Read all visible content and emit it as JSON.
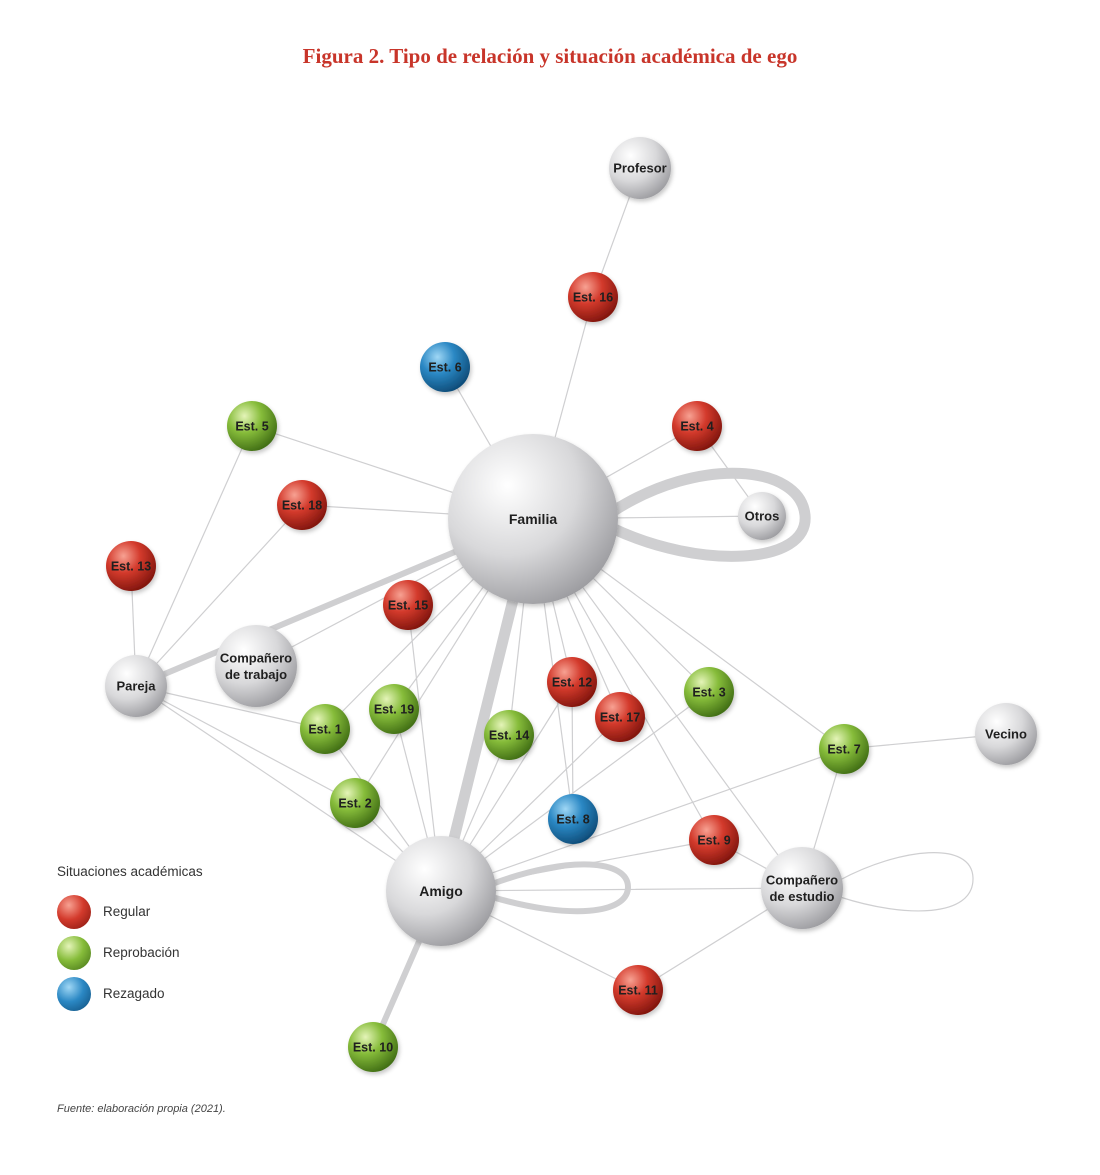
{
  "title": "Figura 2. Tipo de relación y situación académica de ego",
  "colors": {
    "title": "#c8352a",
    "regular": "#d33a2c",
    "reprobacion": "#86bc3a",
    "rezagado": "#2b88c4",
    "relation": "#d2d2d4",
    "edge": "#cfcfd1"
  },
  "legend": {
    "title": "Situaciones académicas",
    "items": [
      {
        "key": "regular",
        "label": "Regular"
      },
      {
        "key": "reprobacion",
        "label": "Reprobación"
      },
      {
        "key": "rezagado",
        "label": "Rezagado"
      }
    ]
  },
  "nodes": [
    {
      "id": "familia",
      "label": [
        "Familia"
      ],
      "type": "relation",
      "size": "xl"
    },
    {
      "id": "amigo",
      "label": [
        "Amigo"
      ],
      "type": "relation",
      "size": "l"
    },
    {
      "id": "profesor",
      "label": [
        "Profesor"
      ],
      "type": "relation",
      "size": "m"
    },
    {
      "id": "otros",
      "label": [
        "Otros"
      ],
      "type": "relation",
      "size": "s"
    },
    {
      "id": "pareja",
      "label": [
        "Pareja"
      ],
      "type": "relation",
      "size": "m"
    },
    {
      "id": "comp_trabajo",
      "label": [
        "Compañero",
        "de trabajo"
      ],
      "type": "relation",
      "size": "ml"
    },
    {
      "id": "comp_estudio",
      "label": [
        "Compañero",
        "de estudio"
      ],
      "type": "relation",
      "size": "ml"
    },
    {
      "id": "vecino",
      "label": [
        "Vecino"
      ],
      "type": "relation",
      "size": "m"
    },
    {
      "id": "est16",
      "label": [
        "Est. 16"
      ],
      "type": "regular",
      "size": "e"
    },
    {
      "id": "est6",
      "label": [
        "Est. 6"
      ],
      "type": "rezagado",
      "size": "e"
    },
    {
      "id": "est5",
      "label": [
        "Est. 5"
      ],
      "type": "reprobacion",
      "size": "e"
    },
    {
      "id": "est4",
      "label": [
        "Est. 4"
      ],
      "type": "regular",
      "size": "e"
    },
    {
      "id": "est18",
      "label": [
        "Est. 18"
      ],
      "type": "regular",
      "size": "e"
    },
    {
      "id": "est13",
      "label": [
        "Est. 13"
      ],
      "type": "regular",
      "size": "e"
    },
    {
      "id": "est15",
      "label": [
        "Est. 15"
      ],
      "type": "regular",
      "size": "e"
    },
    {
      "id": "est12",
      "label": [
        "Est. 12"
      ],
      "type": "regular",
      "size": "e"
    },
    {
      "id": "est3",
      "label": [
        "Est. 3"
      ],
      "type": "reprobacion",
      "size": "e"
    },
    {
      "id": "est17",
      "label": [
        "Est. 17"
      ],
      "type": "regular",
      "size": "e"
    },
    {
      "id": "est19",
      "label": [
        "Est. 19"
      ],
      "type": "reprobacion",
      "size": "e"
    },
    {
      "id": "est1",
      "label": [
        "Est. 1"
      ],
      "type": "reprobacion",
      "size": "e"
    },
    {
      "id": "est14",
      "label": [
        "Est. 14"
      ],
      "type": "reprobacion",
      "size": "e"
    },
    {
      "id": "est7",
      "label": [
        "Est. 7"
      ],
      "type": "reprobacion",
      "size": "e"
    },
    {
      "id": "est2",
      "label": [
        "Est. 2"
      ],
      "type": "reprobacion",
      "size": "e"
    },
    {
      "id": "est8",
      "label": [
        "Est. 8"
      ],
      "type": "rezagado",
      "size": "e"
    },
    {
      "id": "est9",
      "label": [
        "Est. 9"
      ],
      "type": "regular",
      "size": "e"
    },
    {
      "id": "est11",
      "label": [
        "Est. 11"
      ],
      "type": "regular",
      "size": "e"
    },
    {
      "id": "est10",
      "label": [
        "Est. 10"
      ],
      "type": "reprobacion",
      "size": "e"
    }
  ],
  "edges": [
    [
      "familia",
      "amigo",
      3
    ],
    [
      "familia",
      "pareja",
      2
    ],
    [
      "familia",
      "otros",
      1
    ],
    [
      "familia",
      "est16",
      1
    ],
    [
      "familia",
      "est6",
      1
    ],
    [
      "familia",
      "est5",
      1
    ],
    [
      "familia",
      "est4",
      1
    ],
    [
      "familia",
      "est18",
      1
    ],
    [
      "familia",
      "est15",
      1
    ],
    [
      "familia",
      "est12",
      1
    ],
    [
      "familia",
      "est3",
      1
    ],
    [
      "familia",
      "est17",
      1
    ],
    [
      "familia",
      "est19",
      1
    ],
    [
      "familia",
      "est1",
      1
    ],
    [
      "familia",
      "est14",
      1
    ],
    [
      "familia",
      "est7",
      1
    ],
    [
      "familia",
      "est2",
      1
    ],
    [
      "familia",
      "est8",
      1
    ],
    [
      "familia",
      "est9",
      1
    ],
    [
      "familia",
      "comp_estudio",
      1
    ],
    [
      "familia",
      "comp_trabajo",
      1
    ],
    [
      "est16",
      "profesor",
      1
    ],
    [
      "otros",
      "est4",
      1
    ],
    [
      "pareja",
      "est13",
      1
    ],
    [
      "pareja",
      "est5",
      1
    ],
    [
      "pareja",
      "est18",
      1
    ],
    [
      "pareja",
      "est1",
      1
    ],
    [
      "pareja",
      "est2",
      1
    ],
    [
      "pareja",
      "amigo",
      1
    ],
    [
      "amigo",
      "est15",
      1
    ],
    [
      "amigo",
      "est19",
      1
    ],
    [
      "amigo",
      "est1",
      1
    ],
    [
      "amigo",
      "est2",
      1
    ],
    [
      "amigo",
      "est14",
      1
    ],
    [
      "amigo",
      "est12",
      1
    ],
    [
      "amigo",
      "est17",
      1
    ],
    [
      "amigo",
      "est3",
      1
    ],
    [
      "amigo",
      "est7",
      1
    ],
    [
      "amigo",
      "est9",
      1
    ],
    [
      "amigo",
      "est11",
      1
    ],
    [
      "amigo",
      "comp_estudio",
      1
    ],
    [
      "amigo",
      "est10",
      2
    ],
    [
      "comp_estudio",
      "est7",
      1
    ],
    [
      "comp_estudio",
      "est9",
      1
    ],
    [
      "comp_estudio",
      "est11",
      1
    ],
    [
      "est7",
      "vecino",
      1
    ],
    [
      "est12",
      "est8",
      1
    ]
  ],
  "loops": [
    {
      "node": "familia",
      "target": "otros",
      "weight": 3
    },
    {
      "node": "amigo",
      "weight": 2
    },
    {
      "node": "comp_estudio",
      "weight": 1
    }
  ],
  "source": "Fuente: elaboración propia (2021)."
}
